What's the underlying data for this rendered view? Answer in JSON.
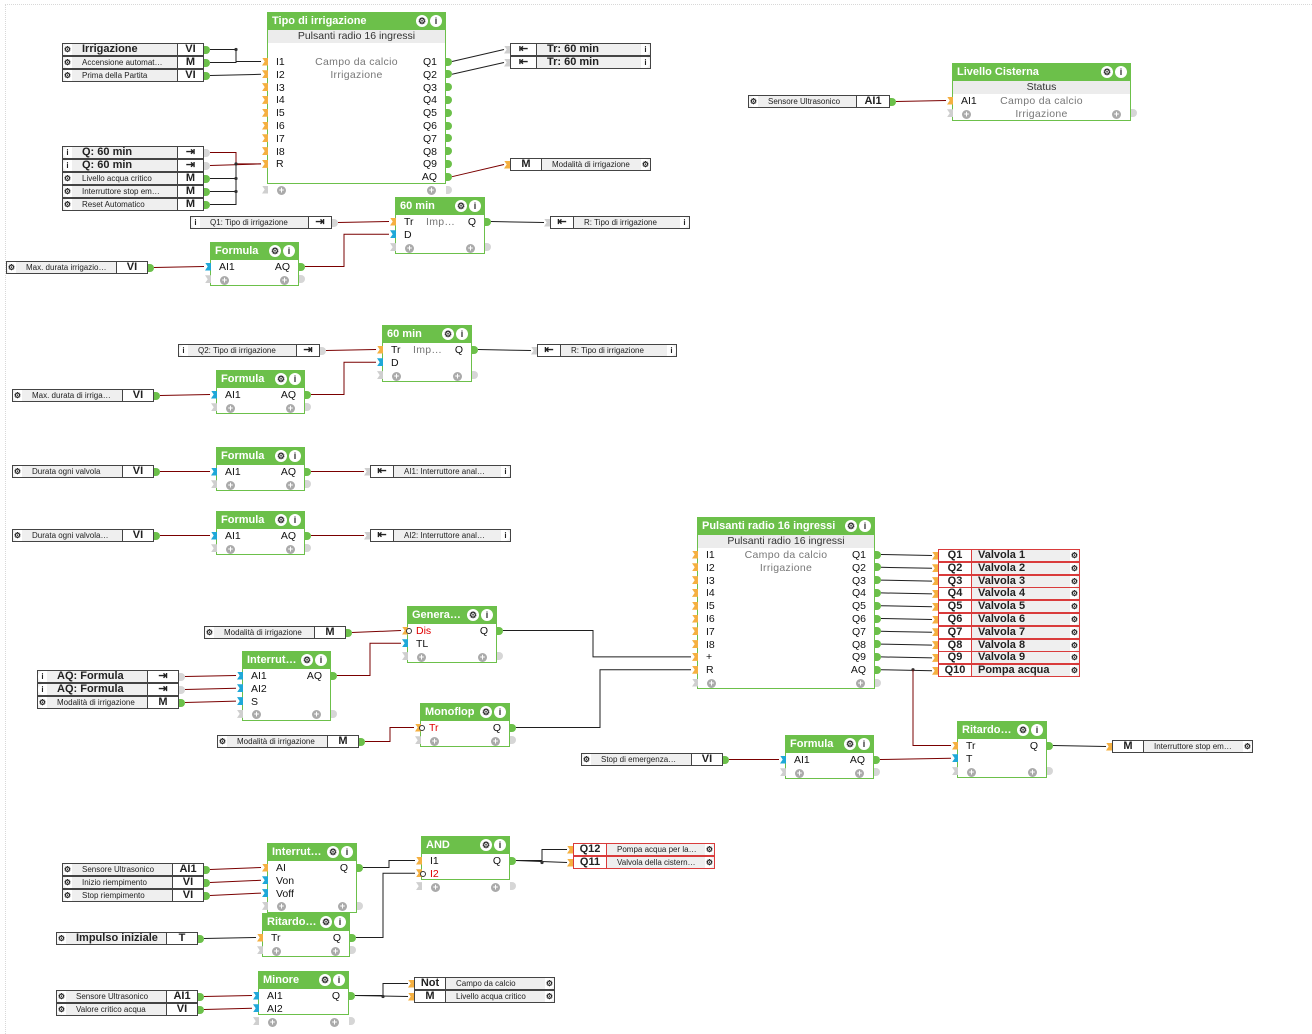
{
  "colors": {
    "block_header": "#6cc04a",
    "wire_dark": "#1f1f1f",
    "wire_red": "#7a0000",
    "pin_orange": "#f5b041",
    "pin_blue": "#1fa8d8",
    "output_border_red": "#d93b3b"
  },
  "blocks": [
    {
      "id": "tipo",
      "title": "Tipo di irrigazione",
      "subtitle": "Pulsanti radio 16 ingressi",
      "desc": [
        "Campo da calcio",
        "Irrigazione"
      ],
      "inputs": [
        "I1",
        "I2",
        "I3",
        "I4",
        "I5",
        "I6",
        "I7",
        "I8",
        "R"
      ],
      "outputs": [
        "Q1",
        "Q2",
        "Q3",
        "Q4",
        "Q5",
        "Q6",
        "Q7",
        "Q8",
        "Q9",
        "AQ"
      ]
    },
    {
      "id": "livello",
      "title": "Livello Cisterna",
      "subtitle": "Status",
      "desc": [
        "Campo da calcio",
        "Irrigazione"
      ],
      "inputs": [
        "AI1"
      ],
      "outputs": []
    },
    {
      "id": "imp1",
      "title": "60 min",
      "desc_inline": "Imp…",
      "inputs": [
        "Tr",
        "D"
      ],
      "outputs": [
        "Q"
      ]
    },
    {
      "id": "formula1",
      "title": "Formula",
      "inputs": [
        "AI1"
      ],
      "outputs": [
        "AQ"
      ]
    },
    {
      "id": "imp2",
      "title": "60 min",
      "desc_inline": "Imp…",
      "inputs": [
        "Tr",
        "D"
      ],
      "outputs": [
        "Q"
      ]
    },
    {
      "id": "formula2",
      "title": "Formula",
      "inputs": [
        "AI1"
      ],
      "outputs": [
        "AQ"
      ]
    },
    {
      "id": "formula3",
      "title": "Formula",
      "inputs": [
        "AI1"
      ],
      "outputs": [
        "AQ"
      ]
    },
    {
      "id": "formula4",
      "title": "Formula",
      "inputs": [
        "AI1"
      ],
      "outputs": [
        "AQ"
      ]
    },
    {
      "id": "pulsanti",
      "title": "Pulsanti radio 16 ingressi",
      "subtitle": "Pulsanti radio 16 ingressi",
      "desc": [
        "Campo da calcio",
        "Irrigazione"
      ],
      "inputs": [
        "I1",
        "I2",
        "I3",
        "I4",
        "I5",
        "I6",
        "I7",
        "I8",
        "+",
        "R"
      ],
      "outputs": [
        "Q1",
        "Q2",
        "Q3",
        "Q4",
        "Q5",
        "Q6",
        "Q7",
        "Q8",
        "Q9",
        "AQ"
      ]
    },
    {
      "id": "genera",
      "title": "Genera…",
      "inputs": [
        "Dis",
        "TL"
      ],
      "outputs": [
        "Q"
      ]
    },
    {
      "id": "interrut1",
      "title": "Interrut…",
      "inputs": [
        "AI1",
        "AI2",
        "S"
      ],
      "outputs": [
        "AQ"
      ]
    },
    {
      "id": "monoflop",
      "title": "Monoflop",
      "inputs": [
        "Tr"
      ],
      "outputs": [
        "Q"
      ]
    },
    {
      "id": "formula5",
      "title": "Formula",
      "inputs": [
        "AI1"
      ],
      "outputs": [
        "AQ"
      ]
    },
    {
      "id": "ritardo1",
      "title": "Ritardo…",
      "inputs": [
        "Tr",
        "T"
      ],
      "outputs": [
        "Q"
      ]
    },
    {
      "id": "interrut2",
      "title": "Interrut…",
      "inputs": [
        "AI",
        "Von",
        "Voff"
      ],
      "outputs": [
        "Q"
      ]
    },
    {
      "id": "and",
      "title": "AND",
      "inputs": [
        "I1",
        "I2"
      ],
      "outputs": [
        "Q"
      ]
    },
    {
      "id": "ritardo2",
      "title": "Ritardo…",
      "inputs": [
        "Tr"
      ],
      "outputs": [
        "Q"
      ]
    },
    {
      "id": "minore",
      "title": "Minore",
      "inputs": [
        "AI1",
        "AI2"
      ],
      "outputs": [
        "Q"
      ]
    }
  ],
  "terminals": [
    {
      "label": "Irrigazione",
      "type": "VI",
      "icon": "gear",
      "big": true
    },
    {
      "label": "Accensione automat…",
      "type": "M",
      "icon": "gear"
    },
    {
      "label": "Prima della Partita",
      "type": "VI",
      "icon": "gear"
    },
    {
      "label": "Q: 60 min",
      "type": "⇥",
      "icon": "info",
      "big": true
    },
    {
      "label": "Q: 60 min",
      "type": "⇥",
      "icon": "info",
      "big": true
    },
    {
      "label": "Livello acqua critico",
      "type": "M",
      "icon": "gear"
    },
    {
      "label": "Interruttore stop em…",
      "type": "M",
      "icon": "gear"
    },
    {
      "label": "Reset Automatico",
      "type": "M",
      "icon": "gear"
    },
    {
      "label": "Tr: 60 min",
      "type": "⇤",
      "icon": "info",
      "big": true
    },
    {
      "label": "Tr: 60 min",
      "type": "⇤",
      "icon": "info",
      "big": true
    },
    {
      "label": "Modalità di irrigazione",
      "type": "M",
      "icon": "gear"
    },
    {
      "label": "Sensore Ultrasonico",
      "type": "AI1",
      "icon": "gear"
    },
    {
      "label": "Q1: Tipo di irrigazione",
      "type": "⇥",
      "icon": "info"
    },
    {
      "label": "R: Tipo di irrigazione",
      "type": "⇤",
      "icon": "info"
    },
    {
      "label": "Max. durata irrigazio…",
      "type": "VI",
      "icon": "gear"
    },
    {
      "label": "Q2: Tipo di irrigazione",
      "type": "⇥",
      "icon": "info"
    },
    {
      "label": "R: Tipo di irrigazione",
      "type": "⇤",
      "icon": "info"
    },
    {
      "label": "Max. durata di irriga…",
      "type": "VI",
      "icon": "gear"
    },
    {
      "label": "Durata ogni valvola",
      "type": "VI",
      "icon": "gear"
    },
    {
      "label": "AI1: Interruttore anal…",
      "type": "⇤",
      "icon": "info"
    },
    {
      "label": "Durata ogni valvola…",
      "type": "VI",
      "icon": "gear"
    },
    {
      "label": "AI2: Interruttore anal…",
      "type": "⇤",
      "icon": "info"
    },
    {
      "label": "Modalità di irrigazione",
      "type": "M",
      "icon": "gear"
    },
    {
      "label": "AQ: Formula",
      "type": "⇥",
      "icon": "info",
      "big": true
    },
    {
      "label": "AQ: Formula",
      "type": "⇥",
      "icon": "info",
      "big": true
    },
    {
      "label": "Modalità di irrigazione",
      "type": "M",
      "icon": "gear"
    },
    {
      "label": "Modalità di irrigazione",
      "type": "M",
      "icon": "gear"
    },
    {
      "label": "Stop di emergenza…",
      "type": "VI",
      "icon": "gear"
    },
    {
      "label": "Interruttore stop em…",
      "type": "M",
      "icon": "gear"
    },
    {
      "label": "Sensore Ultrasonico",
      "type": "AI1",
      "icon": "gear"
    },
    {
      "label": "Inizio riempimento",
      "type": "VI",
      "icon": "gear"
    },
    {
      "label": "Stop riempimento",
      "type": "VI",
      "icon": "gear"
    },
    {
      "label": "Impulso iniziale",
      "type": "T",
      "icon": "gear",
      "big": true
    },
    {
      "label": "Pompa acqua per la…",
      "type": "Q12",
      "icon": "gear"
    },
    {
      "label": "Valvola della cistern…",
      "type": "Q11",
      "icon": "gear"
    },
    {
      "label": "Sensore Ultrasonico",
      "type": "AI1",
      "icon": "gear"
    },
    {
      "label": "Valore critico acqua",
      "type": "VI",
      "icon": "gear"
    },
    {
      "label": "Campo da calcio",
      "type": "Not",
      "icon": "gear"
    },
    {
      "label": "Livello acqua critico",
      "type": "M",
      "icon": "gear"
    }
  ],
  "valves": [
    {
      "q": "Q1",
      "label": "Valvola 1"
    },
    {
      "q": "Q2",
      "label": "Valvola 2"
    },
    {
      "q": "Q3",
      "label": "Valvola 3"
    },
    {
      "q": "Q4",
      "label": "Valvola 4"
    },
    {
      "q": "Q5",
      "label": "Valvola 5"
    },
    {
      "q": "Q6",
      "label": "Valvola 6"
    },
    {
      "q": "Q7",
      "label": "Valvola 7"
    },
    {
      "q": "Q8",
      "label": "Valvola 8"
    },
    {
      "q": "Q9",
      "label": "Valvola 9"
    },
    {
      "q": "Q10",
      "label": "Pompa acqua"
    }
  ]
}
